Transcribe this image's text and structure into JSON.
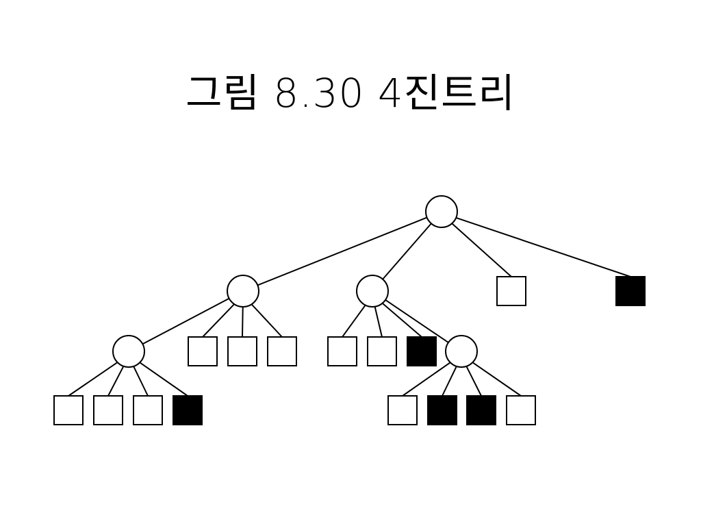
{
  "title": "그림 8.30 4진트리",
  "colors": {
    "line": "#000000",
    "filled": "#000000",
    "empty": "#ffffff"
  },
  "tree": {
    "id": "root",
    "children": [
      {
        "id": "nw",
        "children": [
          {
            "id": "nw-0",
            "children": [
              {
                "leaf": "empty"
              },
              {
                "leaf": "empty"
              },
              {
                "leaf": "empty"
              },
              {
                "leaf": "filled"
              }
            ]
          },
          {
            "leaf": "empty"
          },
          {
            "leaf": "empty"
          },
          {
            "leaf": "empty"
          }
        ]
      },
      {
        "id": "ne",
        "children": [
          {
            "leaf": "empty"
          },
          {
            "leaf": "empty"
          },
          {
            "leaf": "filled"
          },
          {
            "id": "ne-3",
            "children": [
              {
                "leaf": "empty"
              },
              {
                "leaf": "filled"
              },
              {
                "leaf": "filled"
              },
              {
                "leaf": "empty"
              }
            ]
          }
        ]
      },
      {
        "leaf": "empty"
      },
      {
        "leaf": "filled"
      }
    ]
  }
}
